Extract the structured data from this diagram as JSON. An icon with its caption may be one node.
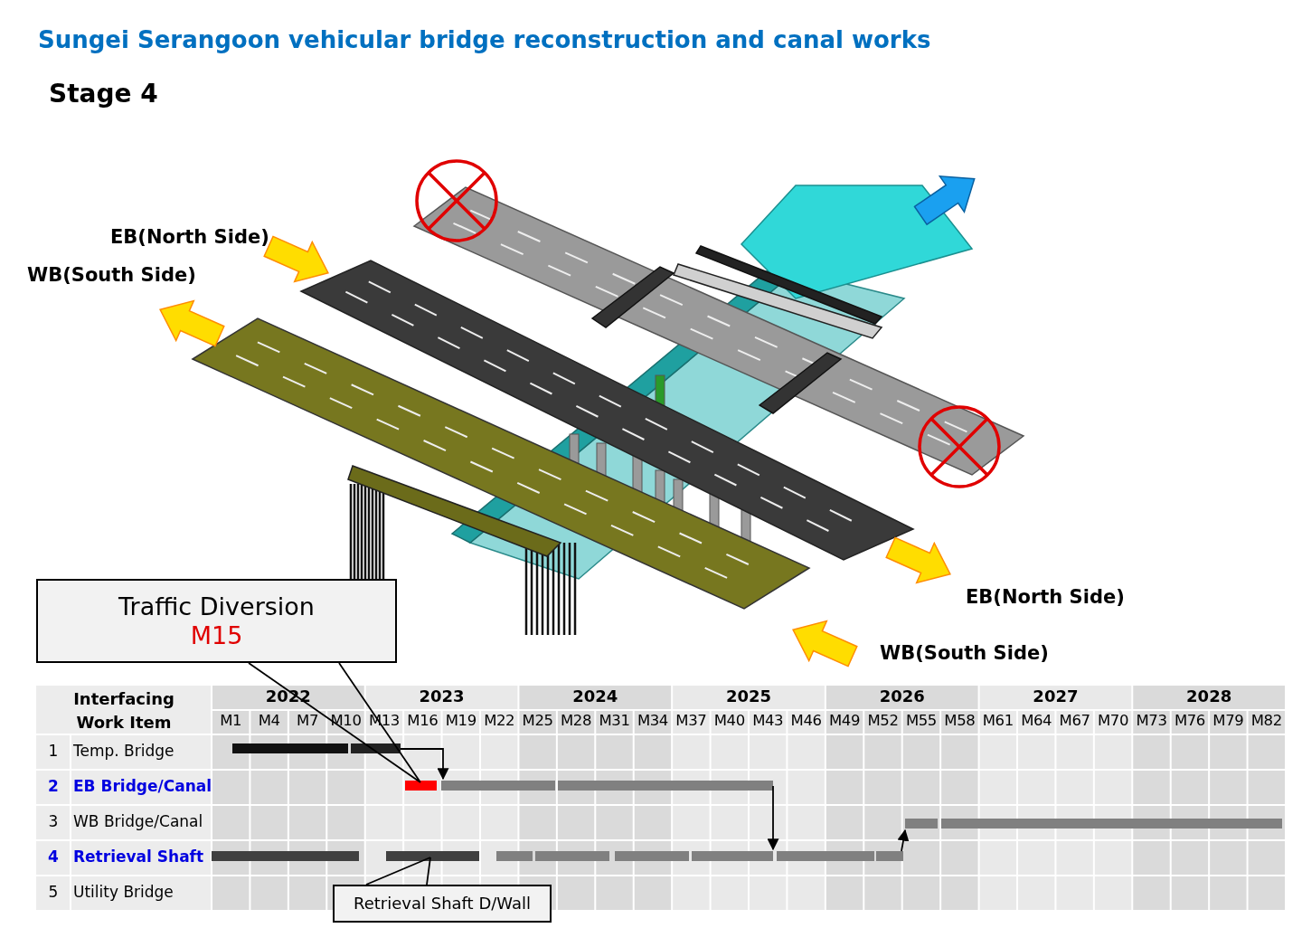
{
  "diagram": {
    "title": "Sungei Serangoon vehicular bridge reconstruction and canal works",
    "nodes": [
      {
        "text": [
          "Traffic Diversion",
          "M15"
        ]
      },
      {
        "text": [
          "Retrieval Shaft D/Wall"
        ]
      },
      {
        "text": [],
        "shape": "bar"
      },
      {
        "text": [],
        "shape": "bar"
      },
      {
        "text": [],
        "shape": "bar"
      },
      {
        "text": [],
        "shape": "bar"
      },
      {
        "text": [],
        "shape": "bar"
      },
      {
        "text": [],
        "shape": "bar"
      },
      {
        "text": [],
        "shape": "bar"
      },
      {
        "text": [],
        "shape": "bar"
      },
      {
        "text": [],
        "shape": "bar"
      },
      {
        "text": [],
        "shape": "bar"
      },
      {
        "text": [],
        "shape": "bar"
      },
      {
        "text": [],
        "shape": "bar"
      },
      {
        "text": [],
        "shape": "bar"
      },
      {
        "text": [],
        "shape": "bar"
      },
      {
        "text": [],
        "shape": "bar"
      }
    ],
    "edges": [
      {
        "from": 3,
        "to": 5,
        "arrow": "to"
      },
      {
        "from": 6,
        "to": 14,
        "arrow": "to"
      },
      {
        "from": 16,
        "to": 7,
        "arrow": "to"
      },
      {
        "from": 0,
        "to": 4,
        "arrow": "none"
      },
      {
        "from": 1,
        "to": 10,
        "arrow": "none"
      }
    ],
    "labels": [
      "Stage 4",
      "EB(North Side)",
      "WB(South Side)",
      "EB(North Side)",
      "WB(South Side)",
      "Interfacing Work Item",
      "2022",
      "2023",
      "2024",
      "2025",
      "2026",
      "2027",
      "2028",
      "M1",
      "M4",
      "M7",
      "M10",
      "M13",
      "M16",
      "M19",
      "M22",
      "M25",
      "M28",
      "M31",
      "M34",
      "M37",
      "M40",
      "M43",
      "M46",
      "M49",
      "M52",
      "M55",
      "M58",
      "M61",
      "M64",
      "M67",
      "M70",
      "M73",
      "M76",
      "M79",
      "M82",
      "1",
      "Temp. Bridge",
      "2",
      "EB Bridge/Canal",
      "3",
      "WB Bridge/Canal",
      "4",
      "Retrieval Shaft",
      "5",
      "Utility Bridge"
    ]
  }
}
